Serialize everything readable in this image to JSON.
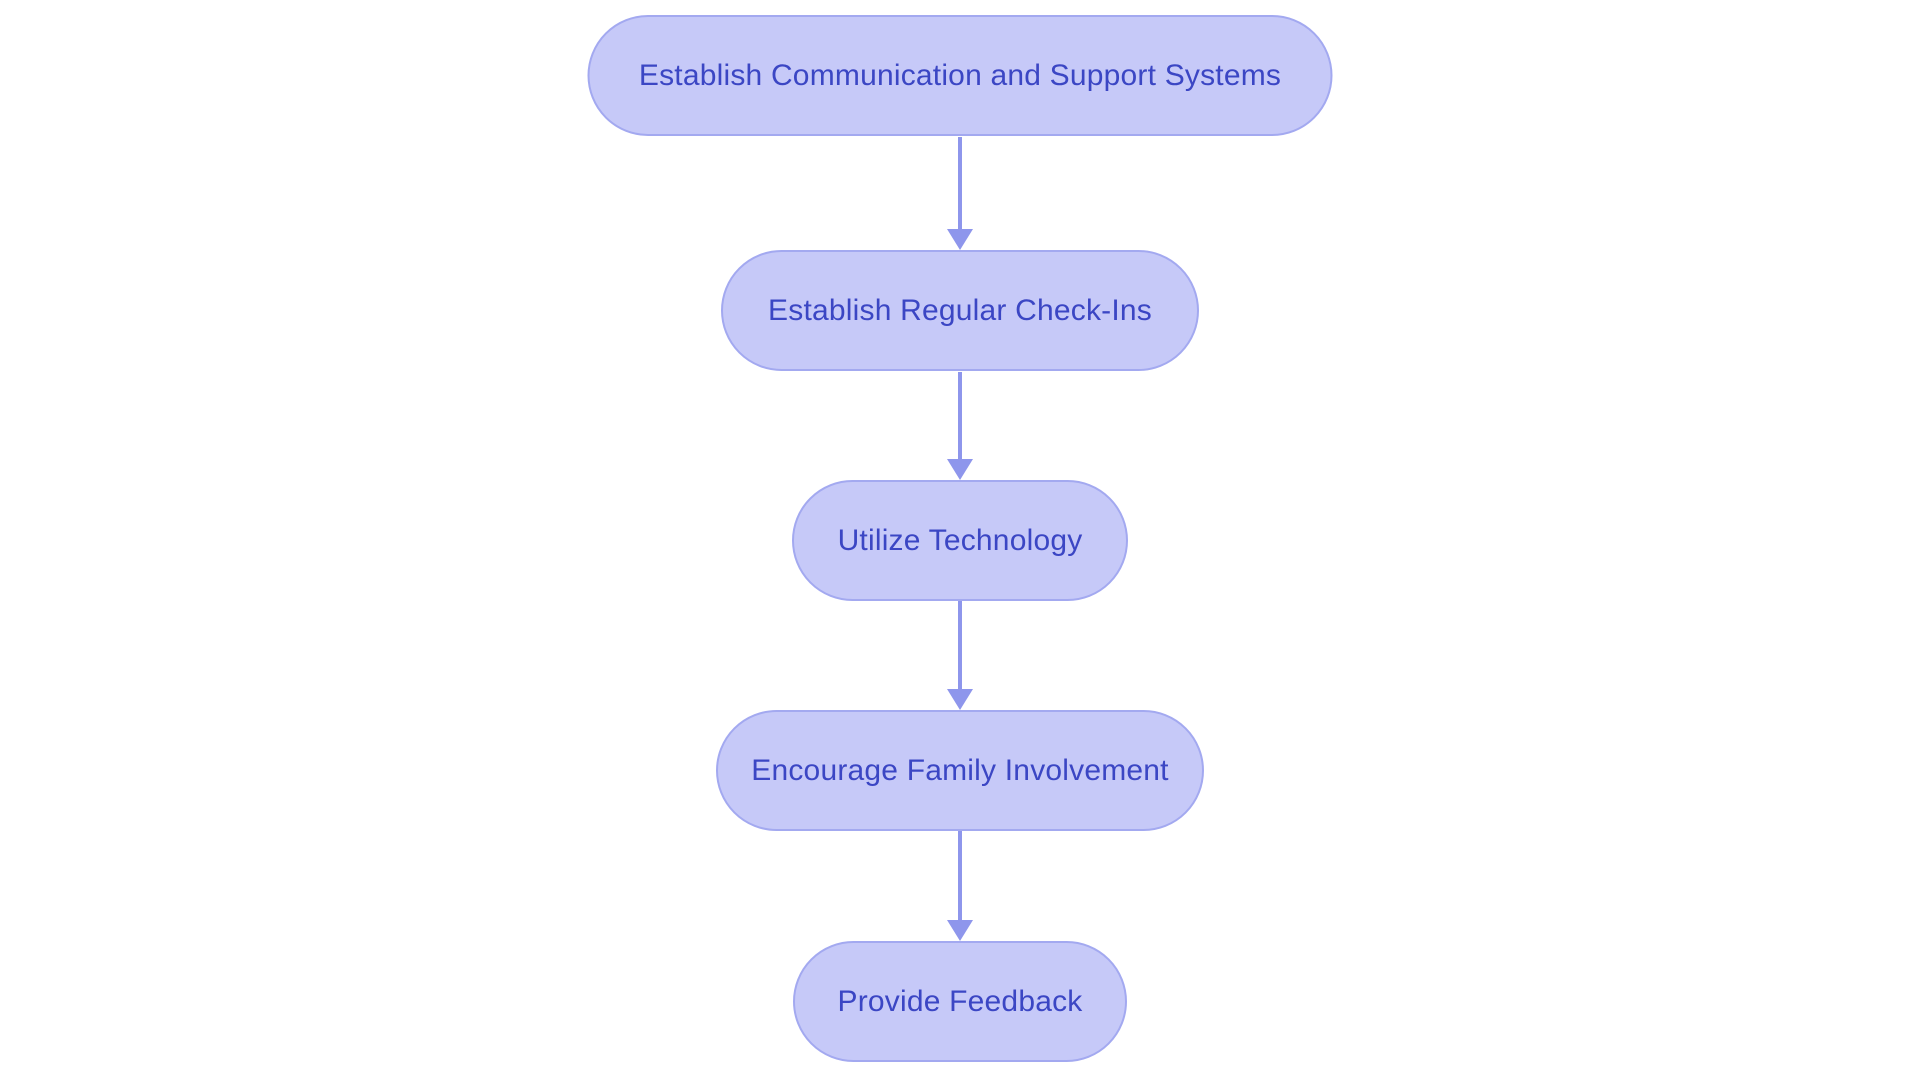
{
  "diagram": {
    "type": "flowchart",
    "direction": "top-down",
    "nodes": [
      {
        "id": "n1",
        "label": "Establish Communication and Support Systems"
      },
      {
        "id": "n2",
        "label": "Establish Regular Check-Ins"
      },
      {
        "id": "n3",
        "label": "Utilize Technology"
      },
      {
        "id": "n4",
        "label": "Encourage Family Involvement"
      },
      {
        "id": "n5",
        "label": "Provide Feedback"
      }
    ],
    "edges": [
      {
        "from": "n1",
        "to": "n2",
        "style": "arrow-down"
      },
      {
        "from": "n2",
        "to": "n3",
        "style": "arrow-down"
      },
      {
        "from": "n3",
        "to": "n4",
        "style": "arrow-down"
      },
      {
        "from": "n4",
        "to": "n5",
        "style": "arrow-down"
      }
    ],
    "colors": {
      "node_fill": "#c6c9f8",
      "node_border": "#a3a9f0",
      "node_text": "#3b46c4",
      "arrow": "#8e96ec",
      "background": "#ffffff"
    }
  }
}
